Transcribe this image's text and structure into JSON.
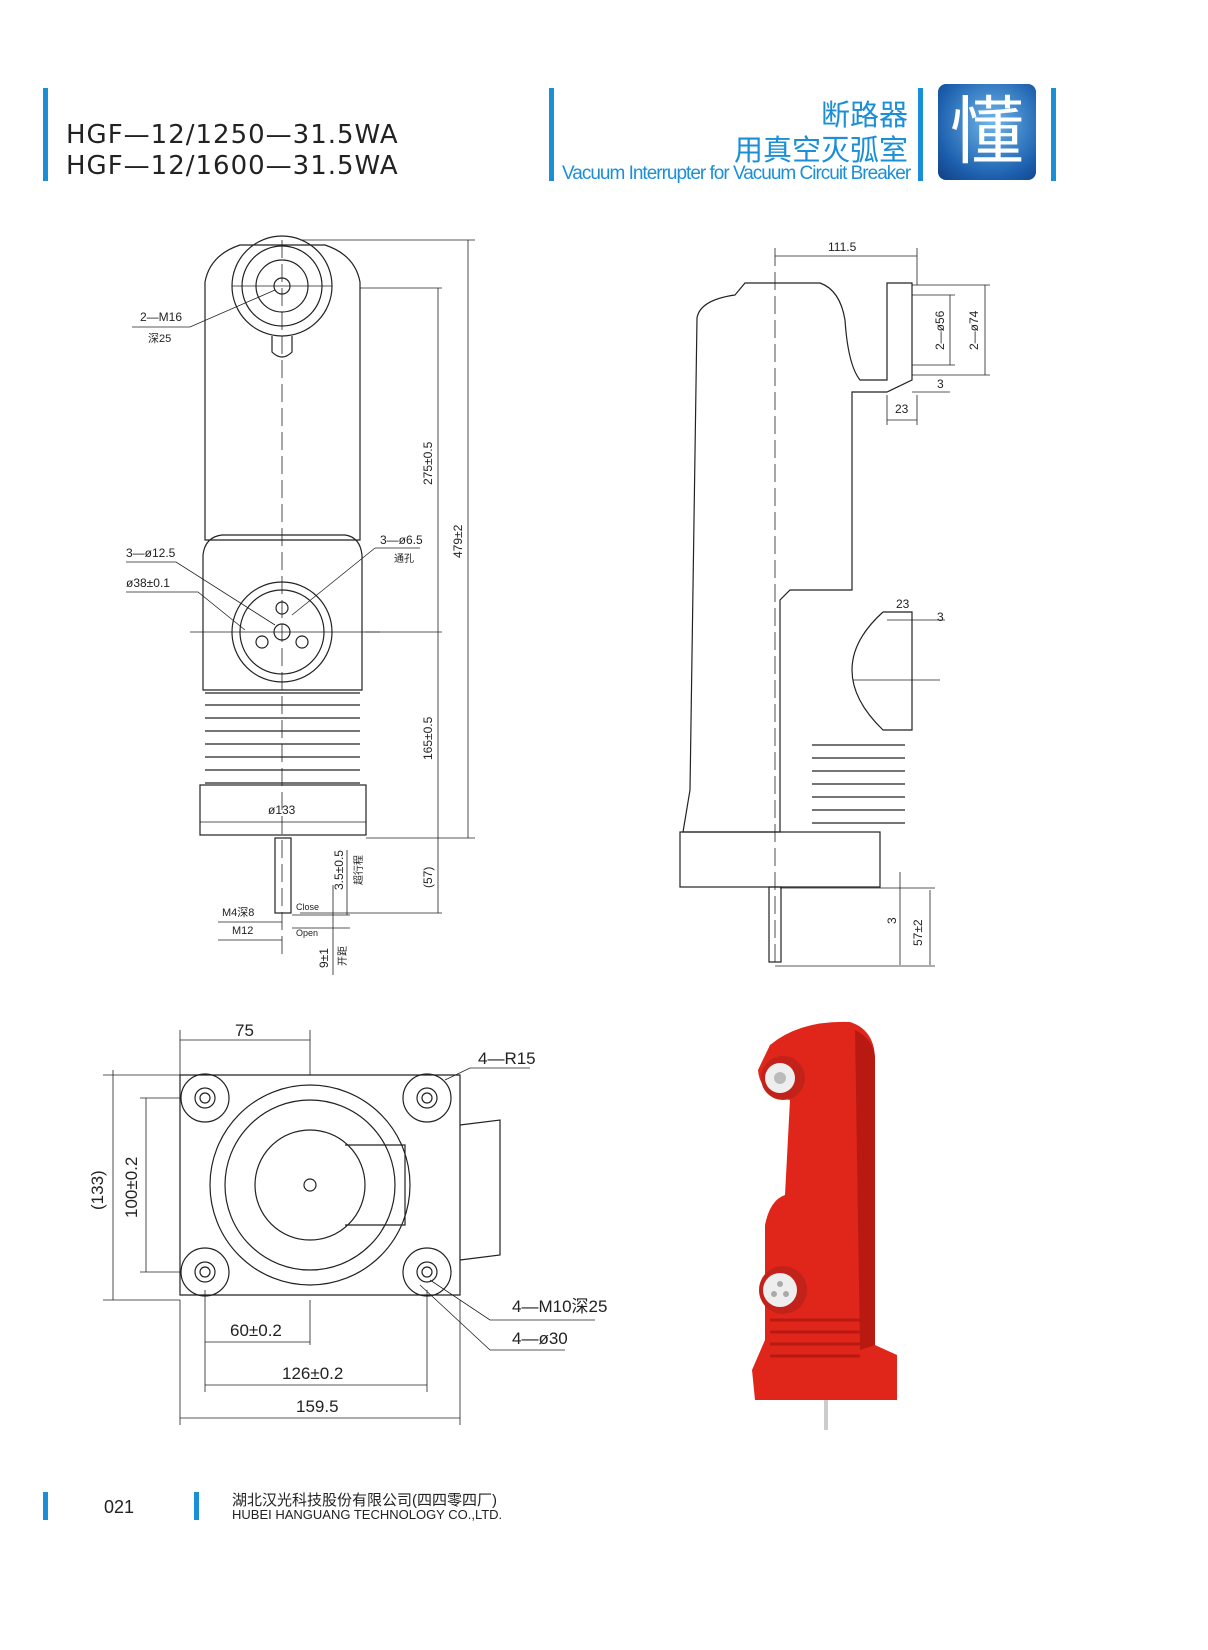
{
  "header": {
    "models": [
      "HGF—12/1250—31.5WA",
      "HGF—12/1600—31.5WA"
    ],
    "title_cn_line1": "断路器",
    "title_cn_line2": "用真空灭弧室",
    "title_en": "Vacuum Interrupter for Vacuum Circuit Breaker",
    "logo_glyph": "懂",
    "accent_color": "#1b8fd6"
  },
  "front_view": {
    "labels": {
      "m16": "2—M16",
      "m16_depth": "深25",
      "holes": "3—ø12.5",
      "bore": "ø38±0.1",
      "through": "3—ø6.5",
      "through_note": "通孔",
      "d275": "275±0.5",
      "d479": "479±2",
      "d165": "165±0.5",
      "d133": "ø133",
      "d57": "(57)",
      "stroke": "3.5±0.5",
      "stroke_note": "超行程",
      "m4": "M4深8",
      "m12": "M12",
      "close": "Close",
      "open": "Open",
      "gap": "9±1",
      "gap_note": "开距"
    }
  },
  "side_view": {
    "labels": {
      "d111": "111.5",
      "d56": "2—ø56",
      "d74": "2—ø74",
      "d3a": "3",
      "d23a": "23",
      "d23b": "23",
      "d3b": "3",
      "d3c": "3",
      "d57": "57±2"
    }
  },
  "bottom_view": {
    "labels": {
      "d75": "75",
      "r15": "4—R15",
      "d133": "(133)",
      "d100": "100±0.2",
      "m10": "4—M10深25",
      "d30": "4—ø30",
      "d60": "60±0.2",
      "d126": "126±0.2",
      "d159": "159.5"
    }
  },
  "footer": {
    "page": "021",
    "company_cn": "湖北汉光科技股份有限公司(四四零四厂)",
    "company_en": "HUBEI HANGUANG TECHNOLOGY CO.,LTD."
  }
}
